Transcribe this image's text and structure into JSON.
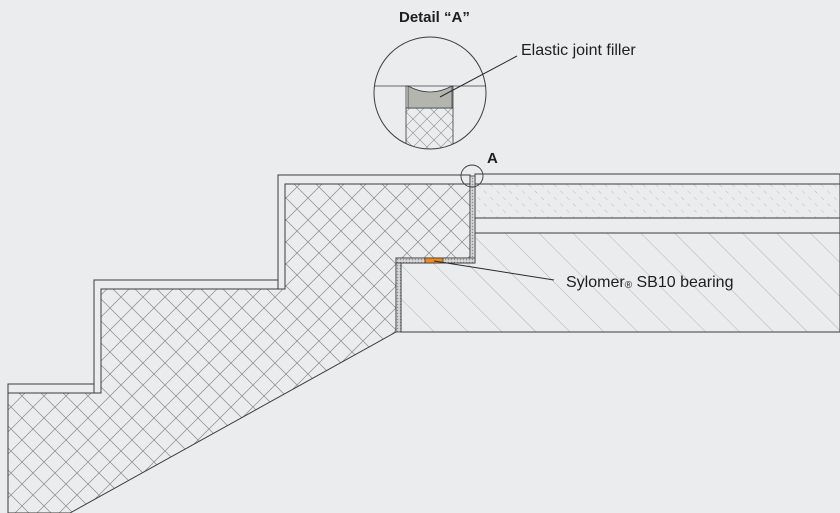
{
  "detail": {
    "title": "Detail “A”"
  },
  "marker": {
    "label": "A"
  },
  "labels": {
    "filler": "Elastic joint filler",
    "bearing_prefix": "Sylomer",
    "bearing_reg": "®",
    "bearing_suffix": " SB10 bearing"
  },
  "colors": {
    "background": "#ebecee",
    "line": "#3c3c3c",
    "bearing": "#f08a1e",
    "joint_filler": "#b3b5ae",
    "lining": "#a9a9a9"
  }
}
